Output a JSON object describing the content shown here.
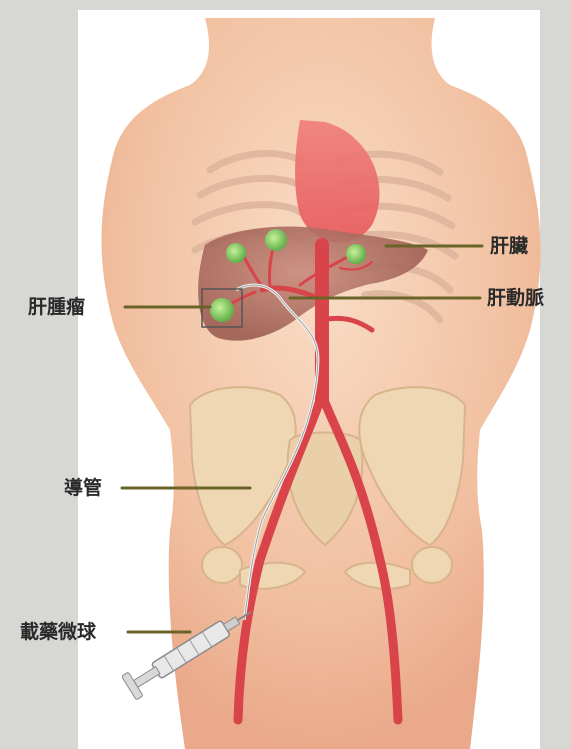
{
  "labels": {
    "liver": "肝臟",
    "tumor": "肝腫瘤",
    "hepatic_artery": "肝動脈",
    "catheter": "導管",
    "drug_microspheres": "載藥微球"
  },
  "colors": {
    "background": "#d7d7d4",
    "panel": "#ffffff",
    "leader_line": "#6b6428",
    "skin": "#f4c5a6",
    "bone": "#f0d7b4",
    "artery": "#d9434a",
    "liver": "#b7756a",
    "tumor": "#8ed46a",
    "label_text": "#2a2a2a"
  }
}
